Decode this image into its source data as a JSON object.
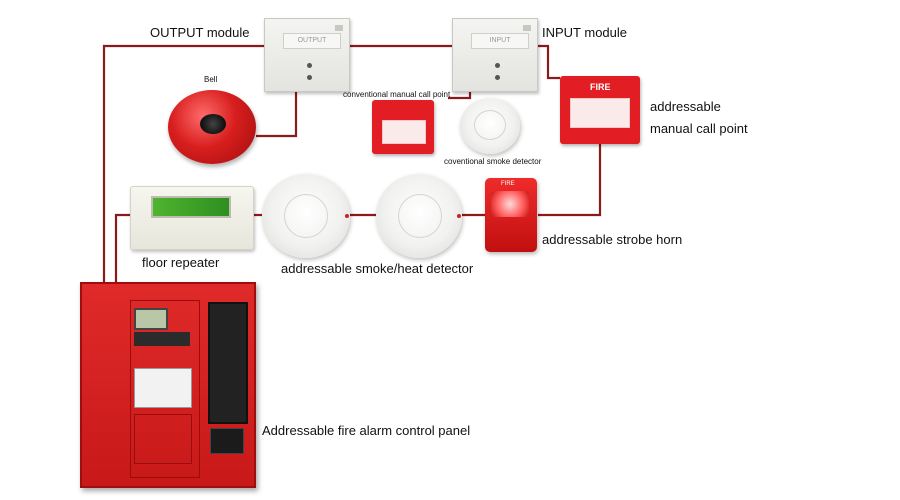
{
  "labels": {
    "output_module": "OUTPUT module",
    "input_module": "INPUT module",
    "bell": "Bell",
    "conventional_mcp": "conventional manual call point",
    "conventional_smoke": "coventional smoke detector",
    "addressable_mcp_line1": "addressable",
    "addressable_mcp_line2": "manual call point",
    "floor_repeater": "floor repeater",
    "smoke_heat": "addressable smoke/heat detector",
    "strobe_horn": "addressable strobe horn",
    "control_panel": "Addressable fire alarm control panel"
  },
  "device_text": {
    "output_plate": "OUTPUT",
    "input_plate": "INPUT",
    "mcp_fire": "FIRE",
    "horn_fire": "FIRE"
  },
  "colors": {
    "wire": "#8b1a1a",
    "device_red": "#e21d24"
  }
}
